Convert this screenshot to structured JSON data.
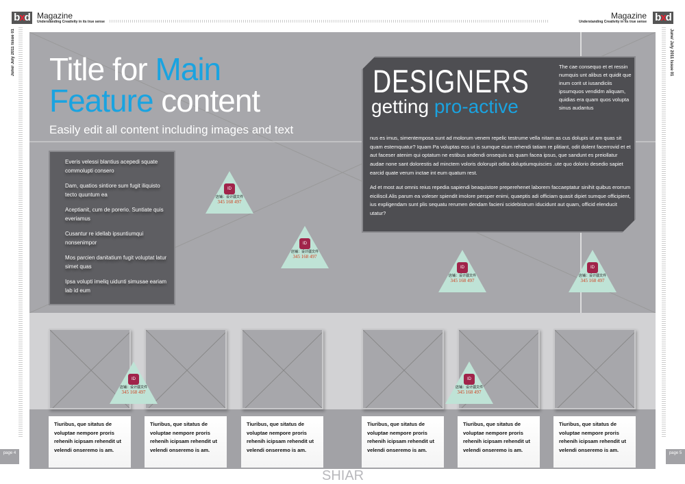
{
  "header": {
    "logo_left": [
      "b",
      "x",
      "d"
    ],
    "magazine": "Magazine",
    "subtitle_left": "Understanding Creativity in its true sense",
    "subtitle_right": "Understanding Creativity in its true sense",
    "issue_left": "June/ July 2011 Issue 01",
    "issue_right": "June/ July 2011 Issue 01"
  },
  "feature": {
    "title_1a": "Title for ",
    "title_1b": "Main",
    "title_2a": "Feature",
    "title_2b": " content",
    "tagline": "Easily edit all content including images and text",
    "list": [
      "Everis velessi blantius acepedi squate commolupti consero",
      "Dam, quatios sintiore sum fugit iliquisto tecto quuntum ea",
      "Aceptianit, cum de porerio. Suntiate quis everiamus",
      "Cusantur re idellab ipsuntiumqui nonsenimpor",
      "Mos parcien danitatium fugit voluptat latur simet quas",
      "Ipsa volupti imeliq uidunti simusae eariam lab id eum"
    ]
  },
  "designers": {
    "headline": "DESIGNERS",
    "sub_a": "getting ",
    "sub_b": "pro-active",
    "side": "The cae consequo et et ressin numquis unt alibus et quidit que inum corit ut iusandiciis ipsumquos vendidm aliquam, quidias era quam quos volupta sinus audantus",
    "para1": "nus es imus, simentemposa sunt ad molorum venem repelic testrume vella nitam as cus dolupis ut am quas sit quam estemquatur? Iquam Pa voluptas eos ut is sumque eium rehendi tatiam re plitiant, odit dolent facerrovid et et aut faceser atenim qui optatum ne estibus andendi onsequis as quam facea ipsus, que sandunt es preiollatur audae none sant dolorestis ad minctem voloris dolorupit odita doluptiumquiscies .ute quo dolorio desedio sapiet earcid quate verum inctae int eum quatum rest.",
    "para2": "Ad et most aut omnis reius repedia sapiendi beaquistore preperehenet laborem faccaeptatur sinihit quibus erorrum eiciliscil.Alis parum ea voleser spiendit imolore persper enimi, quaeptis adi officiam quasit dipiet sumque officipient, ius expligendam sunt plis sequatu rerumen dendam facieni scidebistrum iducidunt aut quam, officid elenducit utatur?"
  },
  "cards": [
    "Tiuribus, que sitatus de voluptae nempore proris rehenih icipsam rehendit ut velendi onseremo is am.",
    "Tiuribus, que sitatus de voluptae nempore proris rehenih icipsam rehendit ut velendi onseremo is am.",
    "Tiuribus, que sitatus de voluptae nempore proris rehenih icipsam rehendit ut velendi onseremo is am.",
    "Tiuribus, que sitatus de voluptae nempore proris rehenih icipsam rehendit ut velendi onseremo is am.",
    "Tiuribus, que sitatus de voluptae nempore proris rehenih icipsam rehendit ut velendi onseremo is am.",
    "Tiuribus, que sitatus de voluptae nempore proris rehenih icipsam rehendit ut velendi onseremo is am."
  ],
  "pages": {
    "left": "page 4",
    "right": "page 5"
  },
  "watermark": {
    "cube": "ID",
    "shop": "店铺：设计疆文件",
    "number": "345 168 497",
    "faded": "SHIAR"
  },
  "colors": {
    "accent": "#1aa3e0",
    "panel": "#a7a7ab",
    "dark": "#4e4e52"
  }
}
